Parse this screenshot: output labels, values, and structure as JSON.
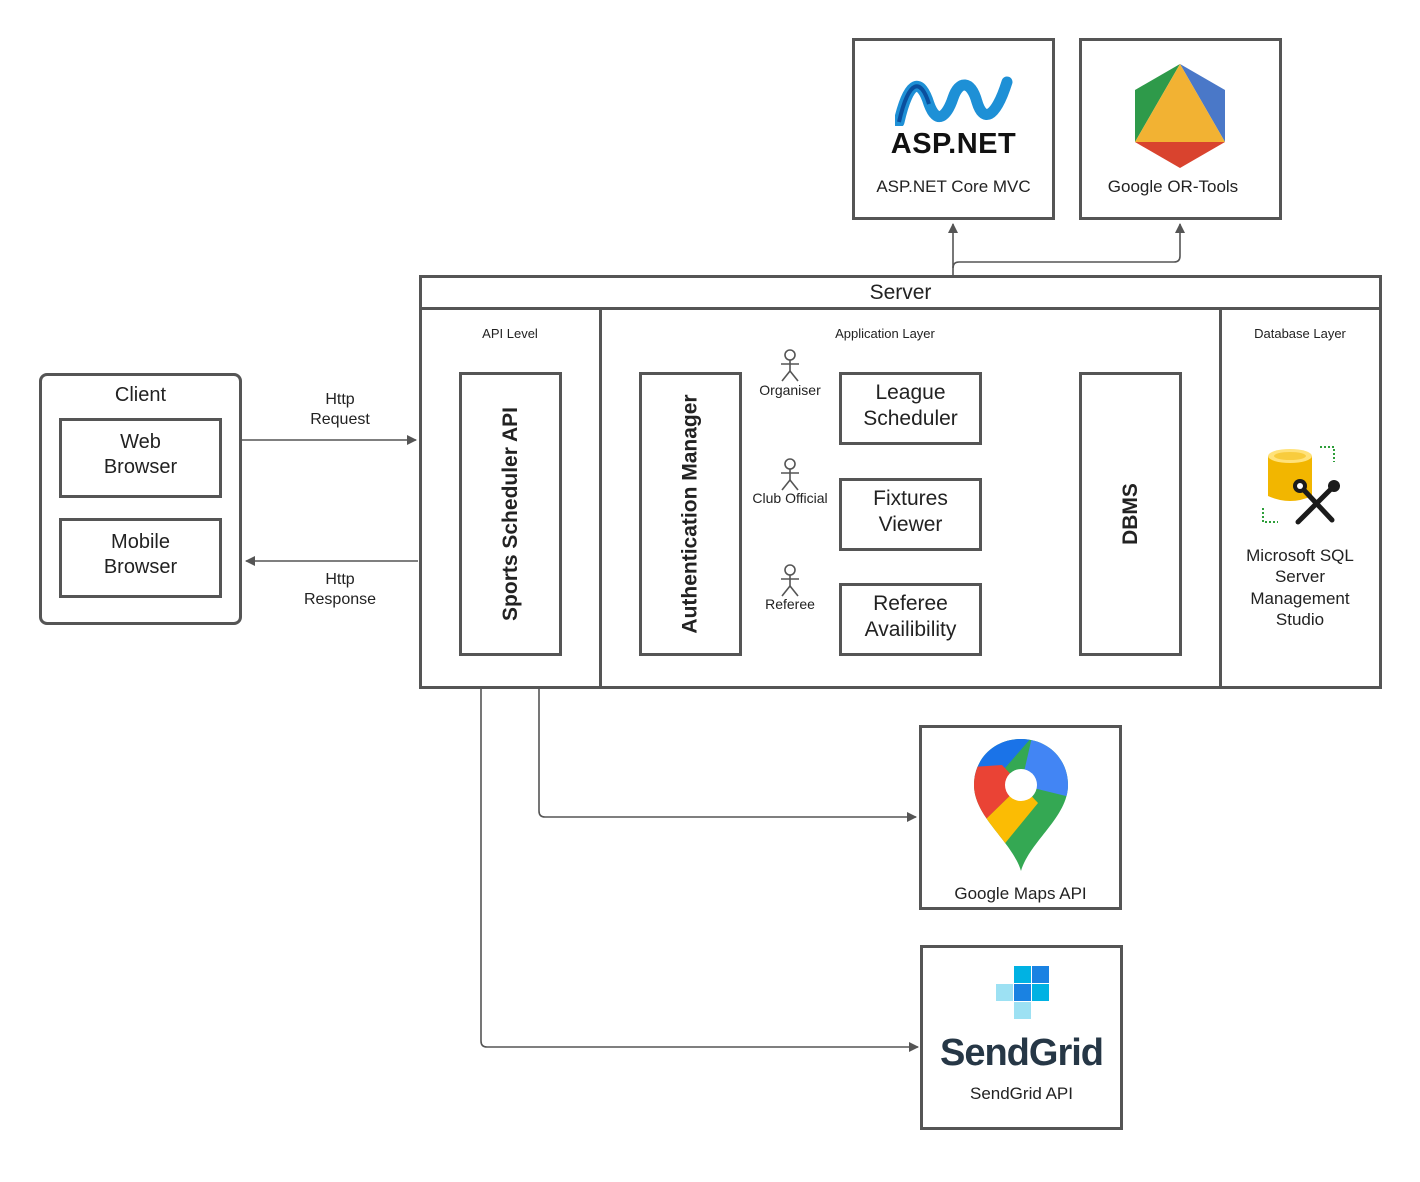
{
  "client": {
    "title": "Client",
    "web_browser": "Web\nBrowser",
    "mobile_browser": "Mobile\nBrowser"
  },
  "http": {
    "request": "Http\nRequest",
    "response": "Http\nResponse"
  },
  "server": {
    "title": "Server",
    "api_level": "API Level",
    "application_layer": "Application Layer",
    "database_layer": "Database Layer",
    "sports_scheduler_api": "Sports Scheduler API",
    "authentication_manager": "Authentication Manager",
    "dbms": "DBMS",
    "league_scheduler": "League\nScheduler",
    "fixtures_viewer": "Fixtures\nViewer",
    "referee_availability": "Referee\nAvailibility",
    "actors": {
      "organiser": "Organiser",
      "club_official": "Club Official",
      "referee": "Referee"
    },
    "db_tool": "Microsoft SQL\nServer\nManagement\nStudio",
    "db_icon": "sql-server-management-studio-icon"
  },
  "external": {
    "aspnet_logo_text": "ASP.NET",
    "aspnet_label": "ASP.NET Core MVC",
    "ortools_label": "Google OR-Tools",
    "maps_label": "Google Maps API",
    "sendgrid_logo_text": "SendGrid",
    "sendgrid_label": "SendGrid API"
  },
  "colors": {
    "line": "#555555",
    "google_blue": "#4285F4",
    "google_red": "#EA4335",
    "google_yellow": "#FBBC04",
    "google_green": "#34A853",
    "aspnet_blue": "#1E90D6",
    "sendgrid_blue": "#1A82E2",
    "sendgrid_light": "#9DE1F3",
    "sendgrid_text": "#263746"
  }
}
